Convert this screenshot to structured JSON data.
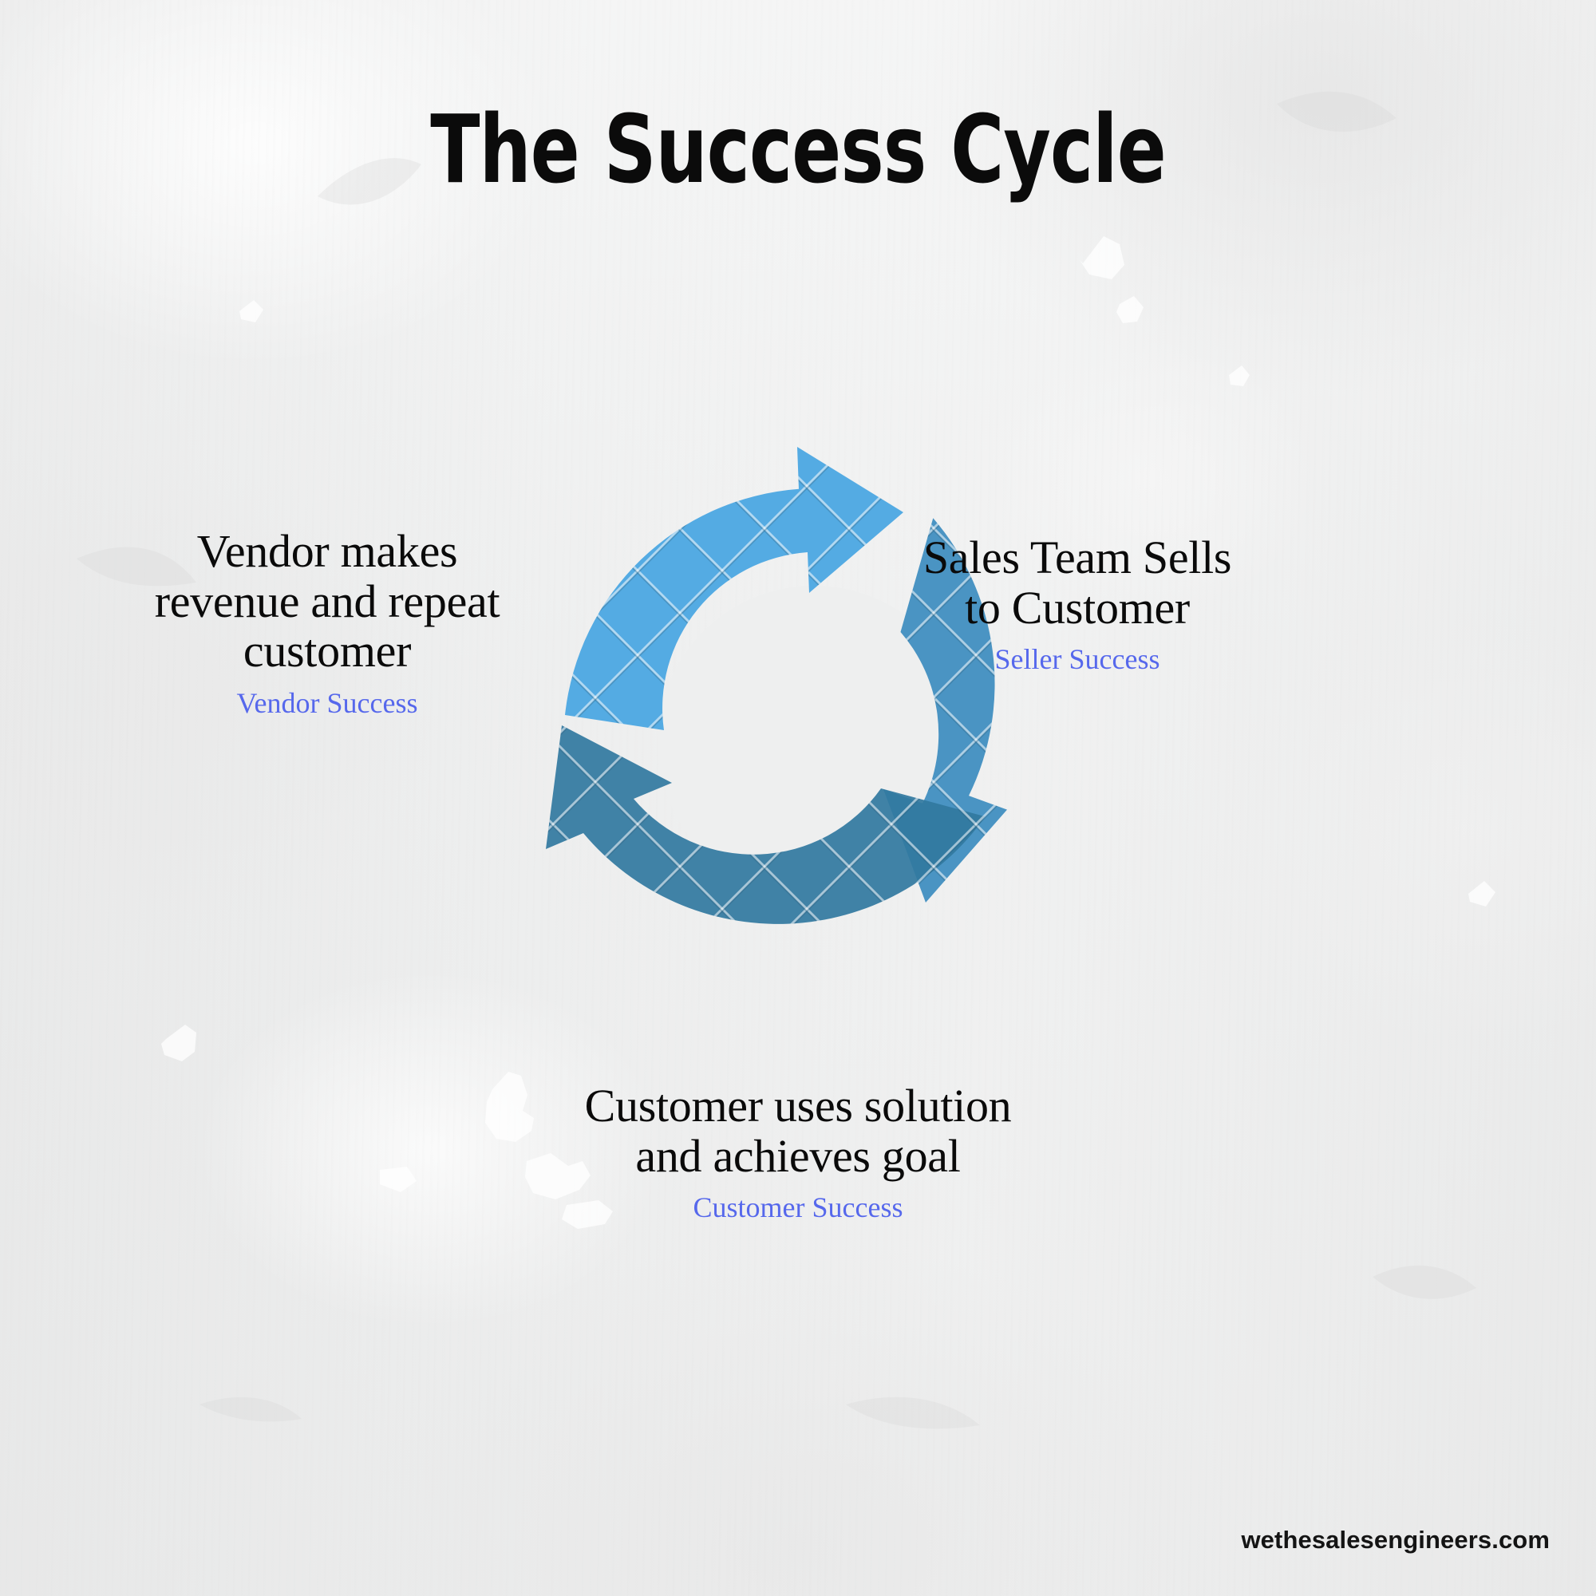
{
  "page": {
    "title": "The Success Cycle",
    "background_color": "#eeefef",
    "watermark": "wethesalesengineers.com"
  },
  "colors": {
    "arrow_light_blue": "#4EA8E2",
    "arrow_medium_blue": "#3D8DBF",
    "arrow_dark_blue": "#31789F",
    "subtitle_blue": "#5668EC",
    "heading_black": "#0a0a0a",
    "inner_circle": "#eeefef"
  },
  "chart_data": {
    "type": "cycle-diagram",
    "title": "The Success Cycle",
    "stage_count": 3,
    "direction": "clockwise",
    "stages": [
      {
        "id": "seller",
        "position": "right",
        "label": "Sales Team Sells\nto Customer",
        "label_line1": "Sales Team Sells",
        "label_line2": "to Customer",
        "sublabel": "Seller Success",
        "arrow_color": "#3D8DBF",
        "arc_start_deg": -60,
        "arc_end_deg": 60
      },
      {
        "id": "customer",
        "position": "bottom",
        "label": "Customer uses solution\nand achieves goal",
        "label_line1": "Customer uses solution",
        "label_line2": "and achieves goal",
        "sublabel": "Customer Success",
        "arrow_color": "#31789F",
        "arc_start_deg": 60,
        "arc_end_deg": 180
      },
      {
        "id": "vendor",
        "position": "left",
        "label": "Vendor makes\nrevenue and repeat\ncustomer",
        "label_line1": "Vendor makes",
        "label_line2": "revenue and repeat",
        "label_line3": "customer",
        "sublabel": "Vendor Success",
        "arrow_color": "#4EA8E2",
        "arc_start_deg": 180,
        "arc_end_deg": 300
      }
    ]
  },
  "labels": {
    "vendor": {
      "line1": "Vendor makes",
      "line2": "revenue and repeat",
      "line3": "customer",
      "sub": "Vendor Success"
    },
    "seller": {
      "line1": "Sales Team Sells",
      "line2": "to Customer",
      "sub": "Seller Success"
    },
    "customer": {
      "line1": "Customer uses solution",
      "line2": "and achieves goal",
      "sub": "Customer Success"
    }
  }
}
